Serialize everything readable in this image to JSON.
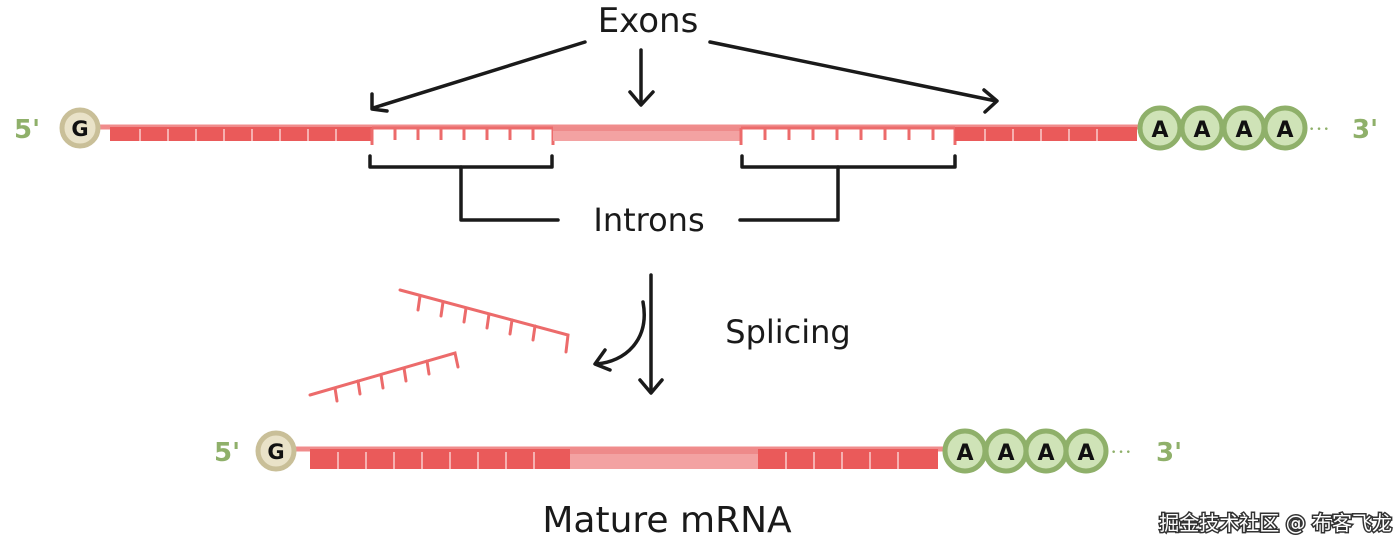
{
  "labels": {
    "exons": "Exons",
    "introns": "Introns",
    "splicing": "Splicing",
    "mature": "Mature mRNA"
  },
  "pre_mrna": {
    "five_prime": "5'",
    "cap": "G",
    "tail": [
      "A",
      "A",
      "A",
      "A"
    ],
    "ellipsis": "···",
    "three_prime": "3'"
  },
  "mature_mrna": {
    "five_prime": "5'",
    "cap": "G",
    "tail": [
      "A",
      "A",
      "A",
      "A"
    ],
    "ellipsis": "···",
    "three_prime": "3'"
  },
  "watermark": "掘金技术社区 @ 布客飞龙",
  "colors": {
    "exon": "#ea5a5a",
    "exon_light": "#f3a2a2",
    "intron": "#ec6b6b",
    "cap_fill": "#e9e2c8",
    "cap_stroke": "#c9bf98",
    "tail_fill": "#cfe3b7",
    "tail_stroke": "#8fb06a",
    "ink": "#1a1a1a"
  }
}
